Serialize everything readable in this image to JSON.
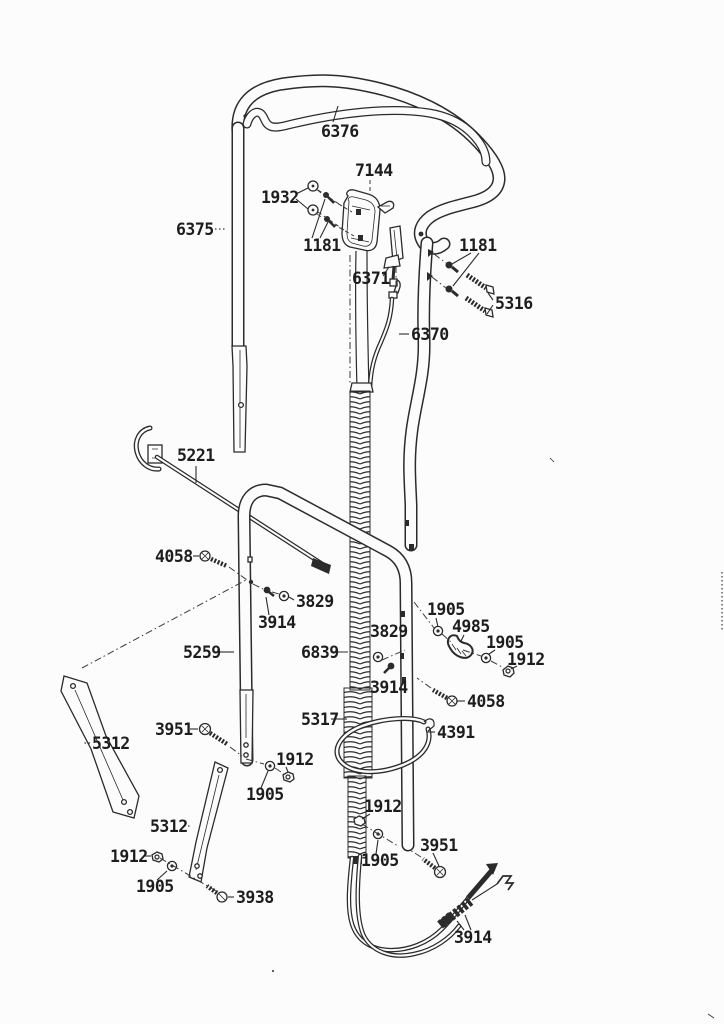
{
  "diagram": {
    "kind": "exploded-parts-diagram",
    "description": "Mower handle assembly exploded parts drawing with numbered callouts",
    "background_color": "#fcfcfc",
    "ink_color": "#2b2b2b",
    "callouts": [
      {
        "text": "6376"
      },
      {
        "text": "7144"
      },
      {
        "text": "1932"
      },
      {
        "text": "6375"
      },
      {
        "text": "1181"
      },
      {
        "text": "1181"
      },
      {
        "text": "6371"
      },
      {
        "text": "5316"
      },
      {
        "text": "6370"
      },
      {
        "text": "5221"
      },
      {
        "text": "4058"
      },
      {
        "text": "3829"
      },
      {
        "text": "3914"
      },
      {
        "text": "5259"
      },
      {
        "text": "6839"
      },
      {
        "text": "3829"
      },
      {
        "text": "1905"
      },
      {
        "text": "4985"
      },
      {
        "text": "1905"
      },
      {
        "text": "1912"
      },
      {
        "text": "3914"
      },
      {
        "text": "4058"
      },
      {
        "text": "5317"
      },
      {
        "text": "4391"
      },
      {
        "text": "5312"
      },
      {
        "text": "3951"
      },
      {
        "text": "1912"
      },
      {
        "text": "1905"
      },
      {
        "text": "5312"
      },
      {
        "text": "1912"
      },
      {
        "text": "1905"
      },
      {
        "text": "3938"
      },
      {
        "text": "1912"
      },
      {
        "text": "1905"
      },
      {
        "text": "3951"
      },
      {
        "text": "3914"
      }
    ]
  }
}
